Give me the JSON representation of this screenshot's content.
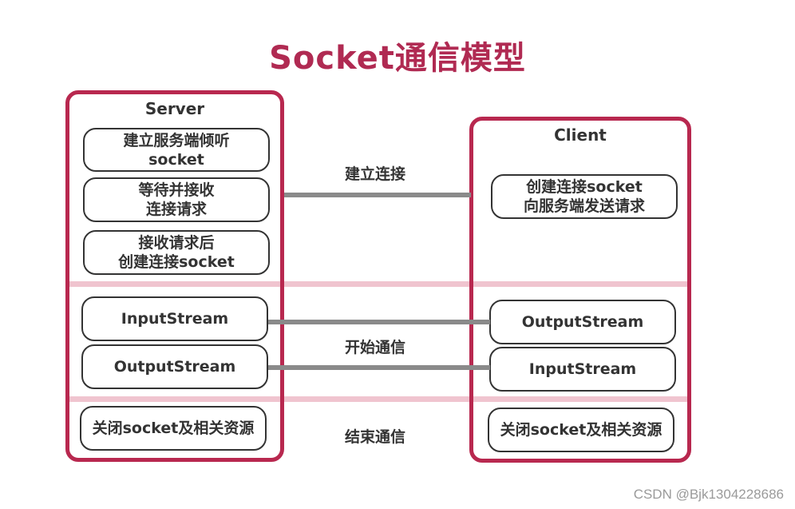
{
  "title": "Socket通信模型",
  "server": {
    "label": "Server",
    "setup_boxes": [
      {
        "line1": "建立服务端倾听",
        "line2": "socket"
      },
      {
        "line1": "等待并接收",
        "line2": "连接请求"
      },
      {
        "line1": "接收请求后",
        "line2": "创建连接socket"
      }
    ],
    "streams": [
      "InputStream",
      "OutputStream"
    ],
    "close": "关闭socket及相关资源"
  },
  "client": {
    "label": "Client",
    "setup_box": {
      "line1": "创建连接socket",
      "line2": "向服务端发送请求"
    },
    "streams": [
      "OutputStream",
      "InputStream"
    ],
    "close": "关闭socket及相关资源"
  },
  "phases": {
    "connect": "建立连接",
    "communicate": "开始通信",
    "end": "结束通信"
  },
  "watermark": "CSDN @Bjk1304228686",
  "colors": {
    "accent": "#b8284f",
    "band": "#f0c4cf",
    "connector": "#8a8a8a"
  }
}
